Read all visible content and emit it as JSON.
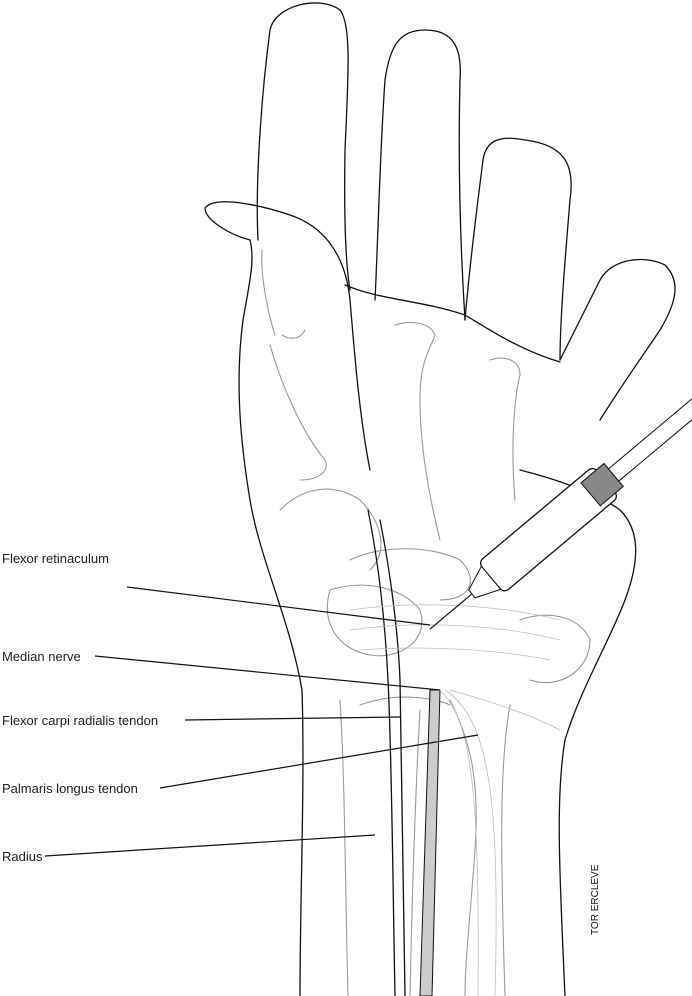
{
  "labels": {
    "flexor_retinaculum": "Flexor retinaculum",
    "median_nerve": "Median nerve",
    "flexor_carpi_radialis_tendon": "Flexor carpi radialis tendon",
    "palmaris_longus_tendon": "Palmaris longus tendon",
    "radius": "Radius"
  },
  "signature": "TOR ERCLEVE"
}
